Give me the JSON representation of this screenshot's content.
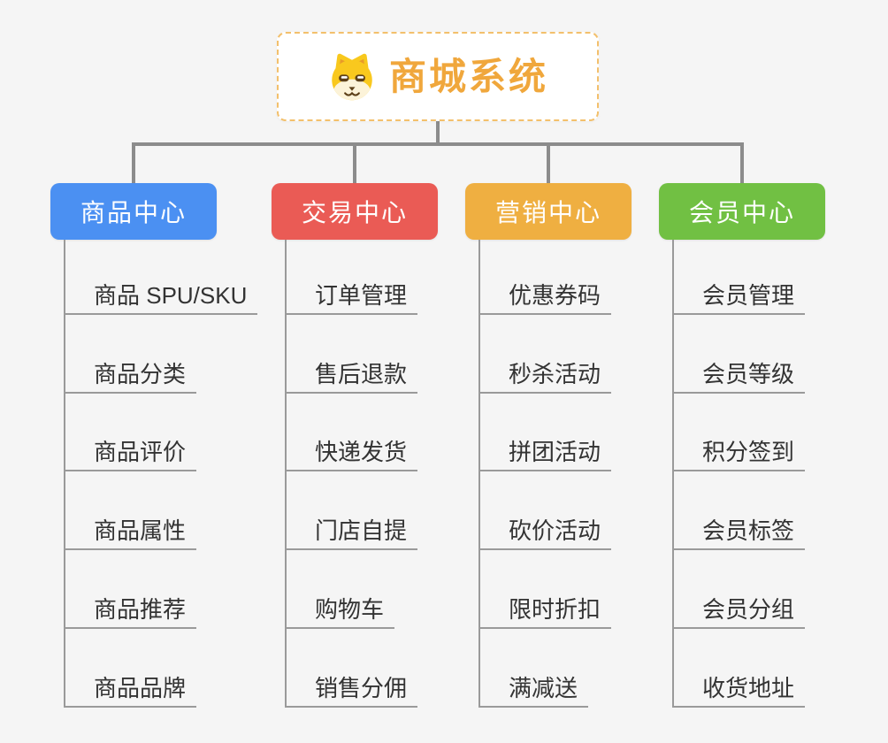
{
  "root": {
    "title": "商城系统",
    "icon": "dog-face-icon",
    "text_color": "#f0a73c",
    "border_color": "#f3c06c"
  },
  "connector_color": "#8c8c8c",
  "leaf_line_color": "#9a9a9a",
  "leaf_text_color": "#333333",
  "background_color": "#f5f5f5",
  "branches": [
    {
      "label": "商品中心",
      "color": "#4b90f2",
      "items": [
        "商品 SPU/SKU",
        "商品分类",
        "商品评价",
        "商品属性",
        "商品推荐",
        "商品品牌"
      ]
    },
    {
      "label": "交易中心",
      "color": "#ea5b55",
      "items": [
        "订单管理",
        "售后退款",
        "快递发货",
        "门店自提",
        "购物车",
        "销售分佣"
      ]
    },
    {
      "label": "营销中心",
      "color": "#efaf41",
      "items": [
        "优惠券码",
        "秒杀活动",
        "拼团活动",
        "砍价活动",
        "限时折扣",
        "满减送"
      ]
    },
    {
      "label": "会员中心",
      "color": "#71c043",
      "items": [
        "会员管理",
        "会员等级",
        "积分签到",
        "会员标签",
        "会员分组",
        "收货地址"
      ]
    }
  ]
}
